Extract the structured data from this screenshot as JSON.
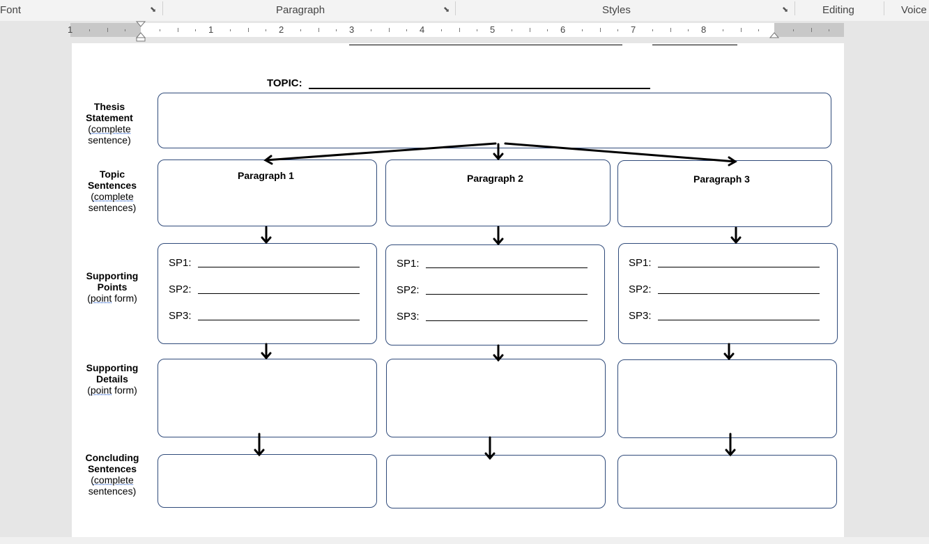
{
  "ribbon": {
    "groups": [
      "Font",
      "Paragraph",
      "Styles",
      "Editing",
      "Voice"
    ]
  },
  "ruler": {
    "numbers": [
      "1",
      "1",
      "2",
      "3",
      "4",
      "5",
      "6",
      "7",
      "8"
    ]
  },
  "document": {
    "topic_label": "TOPIC:",
    "rows": {
      "thesis": {
        "line1": "Thesis",
        "line2": "Statement",
        "open": "(",
        "word": "complete",
        "line4": "sentence)"
      },
      "topic": {
        "line1": "Topic",
        "line2": "Sentences",
        "open": "(",
        "word": "complete",
        "line4": "sentences)"
      },
      "points": {
        "line1": "Supporting",
        "line2": "Points",
        "open": "(",
        "word": "point",
        "rest": " form)"
      },
      "details": {
        "line1": "Supporting",
        "line2": "Details",
        "open": "(",
        "word": "point",
        "rest": " form)"
      },
      "concluding": {
        "line1": "Concluding",
        "line2": "Sentences",
        "open": "(",
        "word": "complete",
        "line4": "sentences)"
      }
    },
    "paragraphs": [
      "Paragraph 1",
      "Paragraph 2",
      "Paragraph 3"
    ],
    "sp_labels": [
      "SP1:",
      "SP2:",
      "SP3:"
    ]
  },
  "colors": {
    "box_border": "#2f4a7a",
    "page": "#ffffff",
    "ruler_margin": "#c8c8c8"
  }
}
